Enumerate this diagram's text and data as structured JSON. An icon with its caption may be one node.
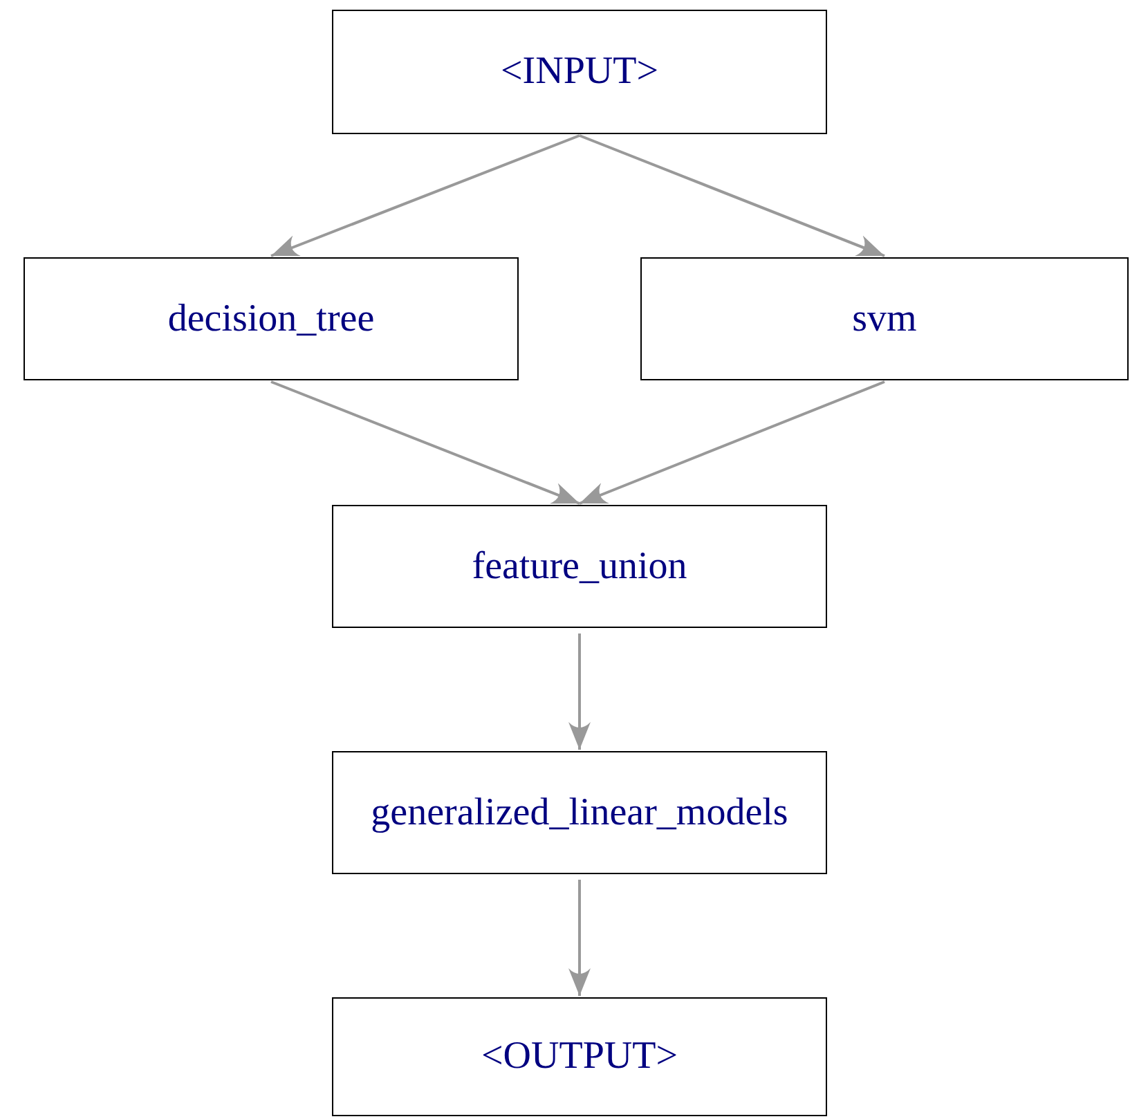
{
  "diagram": {
    "nodes": [
      {
        "text": [
          "<INPUT>"
        ]
      },
      {
        "text": [
          "decision_tree"
        ]
      },
      {
        "text": [
          "svm"
        ]
      },
      {
        "text": [
          "feature_union"
        ]
      },
      {
        "text": [
          "generalized_linear_models"
        ]
      },
      {
        "text": [
          "<OUTPUT>"
        ]
      }
    ],
    "edges": [
      {
        "from": 0,
        "to": 1,
        "arrow": "to"
      },
      {
        "from": 0,
        "to": 2,
        "arrow": "to"
      },
      {
        "from": 1,
        "to": 3,
        "arrow": "to"
      },
      {
        "from": 2,
        "to": 3,
        "arrow": "to"
      },
      {
        "from": 3,
        "to": 4,
        "arrow": "to"
      },
      {
        "from": 4,
        "to": 5,
        "arrow": "to"
      }
    ]
  }
}
